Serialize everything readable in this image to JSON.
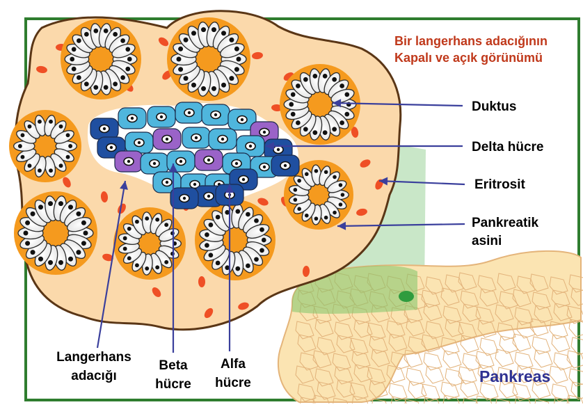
{
  "title": {
    "line1": "Bir langerhans adacığının",
    "line2": "Kapalı ve açık görünümü"
  },
  "labels": {
    "duktus": "Duktus",
    "delta": "Delta hücre",
    "eritrosit": "Eritrosit",
    "pankreatik_1": "Pankreatik",
    "pankreatik_2": "asini",
    "langerhans_1": "Langerhans",
    "langerhans_2": "adacığı",
    "beta_1": "Beta",
    "beta_2": "hücre",
    "alfa_1": "Alfa",
    "alfa_2": "hücre",
    "pankreas": "Pankreas"
  },
  "colors": {
    "frame": "#2f7d2f",
    "title": "#c0391b",
    "pankreas_label": "#2e3192",
    "arrow": "#3a3f9c",
    "tissue": "#fbd9ab",
    "tissue_outline": "#5a3616",
    "acinus": "#f59a1e",
    "erythrocyte": "#ef4f25",
    "alpha_cell": "#1f4fa0",
    "beta_cell": "#4fb6dd",
    "delta_cell": "#9a63c8",
    "pancreas": "#fbe4b2",
    "highlight": "#5cb14a"
  }
}
